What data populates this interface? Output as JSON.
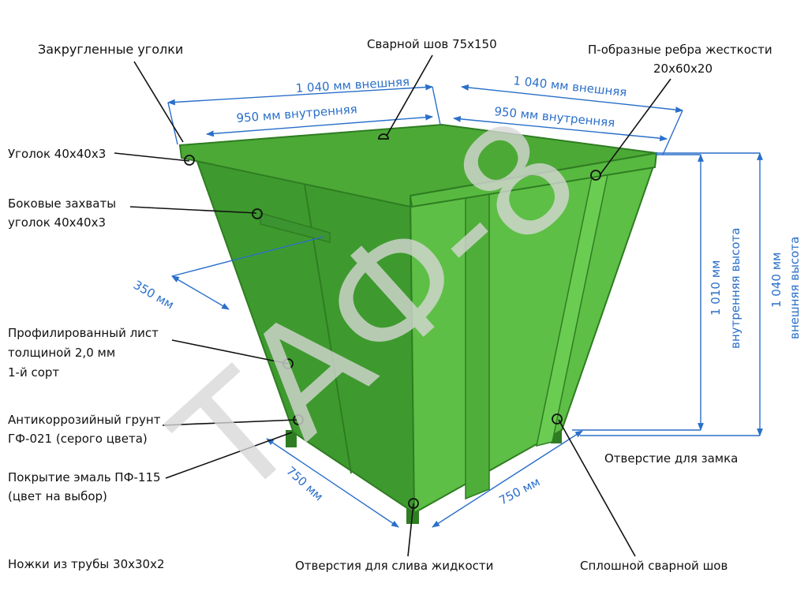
{
  "colors": {
    "body_green": "#4fae3a",
    "front_green": "#3e9a2e",
    "side_green": "#5dbf45",
    "dimension_blue": "#2a6fc9",
    "watermark_gray": "#d8d8d8"
  },
  "watermark": "ТАФ-8",
  "callouts": {
    "rounded_corners": "Закругленные уголки",
    "weld_seam_75": "Сварной шов 75х150",
    "ribs_line1": "П-образные ребра жесткости",
    "ribs_line2": "20х60х20",
    "angle_40": "Уголок 40х40х3",
    "side_grips_line1": "Боковые захваты",
    "side_grips_line2": "уголок 40х40х3",
    "sheet_line1": "Профилированный лист",
    "sheet_line2": "толщиной 2,0 мм",
    "sheet_line3": "1-й сорт",
    "primer_line1": "Антикоррозийный грунт",
    "primer_line2": "ГФ-021 (серого цвета)",
    "enamel_line1": "Покрытие эмаль ПФ-115",
    "enamel_line2": "(цвет на выбор)",
    "legs": "Ножки из трубы 30х30х2",
    "drain_holes": "Отверстия для слива жидкости",
    "solid_weld": "Сплошной сварной шов",
    "lock_hole": "Отверстие для замка"
  },
  "dimensions": {
    "outer_left": "1 040 мм внешняя",
    "inner_left": "950 мм внутренняя",
    "outer_right": "1 040 мм внешняя",
    "inner_right": "950 мм внутренняя",
    "grip_length": "350 мм",
    "inner_height": "1 010 мм",
    "inner_height_word": "внутренняя высота",
    "outer_height": "1 040 мм",
    "outer_height_word": "внешняя высота",
    "bottom_left": "750 мм",
    "bottom_right": "750 мм"
  }
}
